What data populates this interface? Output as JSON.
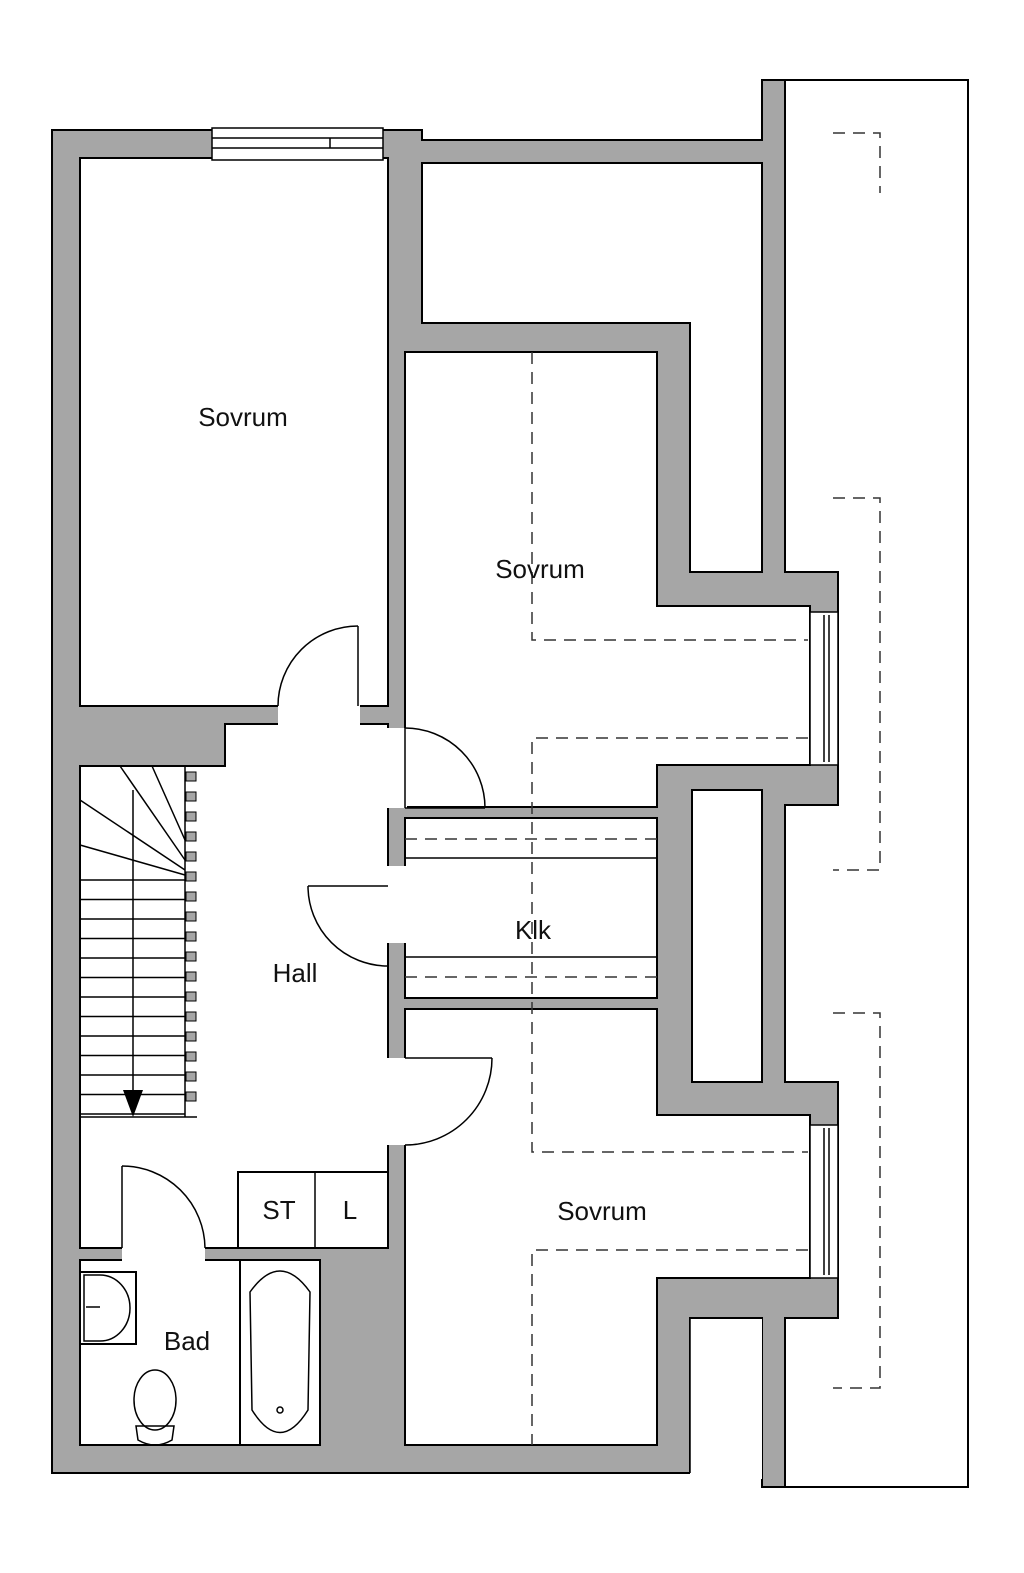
{
  "rooms": {
    "bedroom_top_left": "Sovrum",
    "bedroom_middle": "Sovrum",
    "walk_in_closet": "Klk",
    "hall": "Hall",
    "bedroom_bottom": "Sovrum",
    "storage": "ST",
    "linen": "L",
    "bathroom": "Bad"
  },
  "colors": {
    "wall": "#a6a6a6",
    "line": "#000000",
    "floor": "#ffffff"
  }
}
